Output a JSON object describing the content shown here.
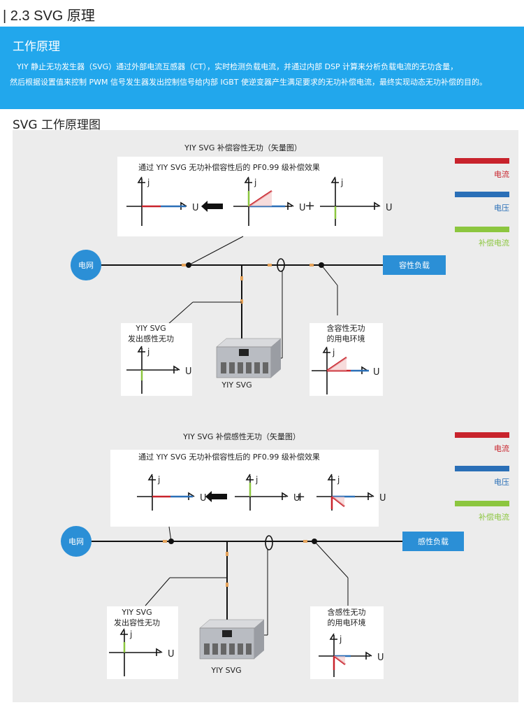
{
  "section_title": "| 2.3 SVG 原理",
  "banner": {
    "heading": "工作原理",
    "para1": "YIY 静止无功发生器（SVG）通过外部电流互感器（CT），实时检测负载电流，并通过内部 DSP 计算来分析负载电流的无功含量，",
    "para2": "然后根据设置值来控制 PWM 信号发生器发出控制信号给内部 IGBT 使逆变器产生满足要求的无功补偿电流，最终实现动态无功补偿的目的。"
  },
  "diagram_title": "SVG 工作原理图",
  "colors": {
    "current": "#c8232c",
    "voltage": "#2a6fb7",
    "comp": "#8cc63f",
    "node": "#2b8fd6"
  },
  "legend": {
    "current": "电流",
    "voltage": "电压",
    "comp": "补偿电流"
  },
  "top": {
    "title": "YIY SVG 补偿容性无功（矢量图）",
    "box_caption": "通过 YIY  SVG 无功补偿容性后的 PF0.99 级补偿效果",
    "grid_label": "电网",
    "load_label": "容性负载",
    "svg_side_label": "YIY SVG\n发出感性无功",
    "load_side_label": "含容性无功\n的用电环境",
    "device_label": "YIY SVG"
  },
  "bottom": {
    "title": "YIY SVG 补偿感性无功（矢量图）",
    "box_caption": "通过 YIY  SVG 无功补偿容性后的 PF0.99 级补偿效果",
    "grid_label": "电网",
    "load_label": "感性负载",
    "svg_side_label": "YIY SVG\n发出容性无功",
    "load_side_label": "含感性无功\n的用电环境",
    "device_label": "YIY SVG"
  },
  "axis": {
    "j": "j",
    "u": "U",
    "plus": "+"
  }
}
